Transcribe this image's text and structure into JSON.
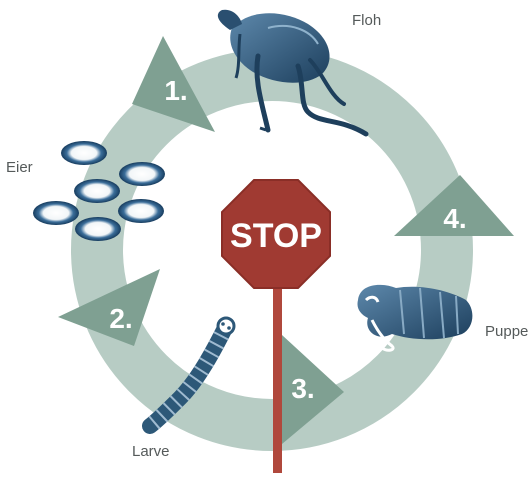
{
  "stages": {
    "adult": "Floh",
    "eggs": "Eier",
    "larva": "Larve",
    "pupa": "Puppe"
  },
  "steps": [
    "1.",
    "2.",
    "3.",
    "4."
  ],
  "stop_sign": "STOP",
  "colors": {
    "cycle_ring": "#b7ccc4",
    "arrow": "#7fa092",
    "stop_sign": "#a03a32",
    "post": "#b0483c",
    "insect": "#2d5878"
  }
}
